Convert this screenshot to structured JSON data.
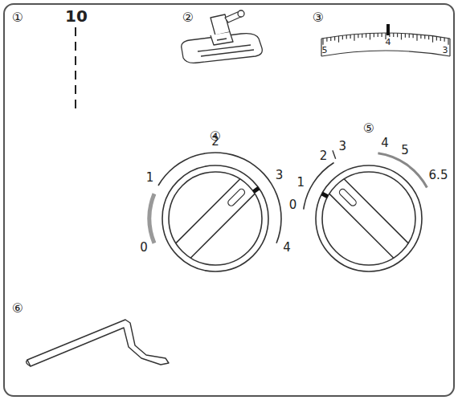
{
  "diagram": {
    "labels": [
      "①",
      "10",
      "②",
      "③",
      "5",
      "4",
      "3",
      "④",
      "0",
      "1",
      "2",
      "3",
      "4",
      "⑤",
      "0",
      "1",
      "2",
      "3",
      "4",
      "5",
      "6.5",
      "⑥"
    ]
  }
}
